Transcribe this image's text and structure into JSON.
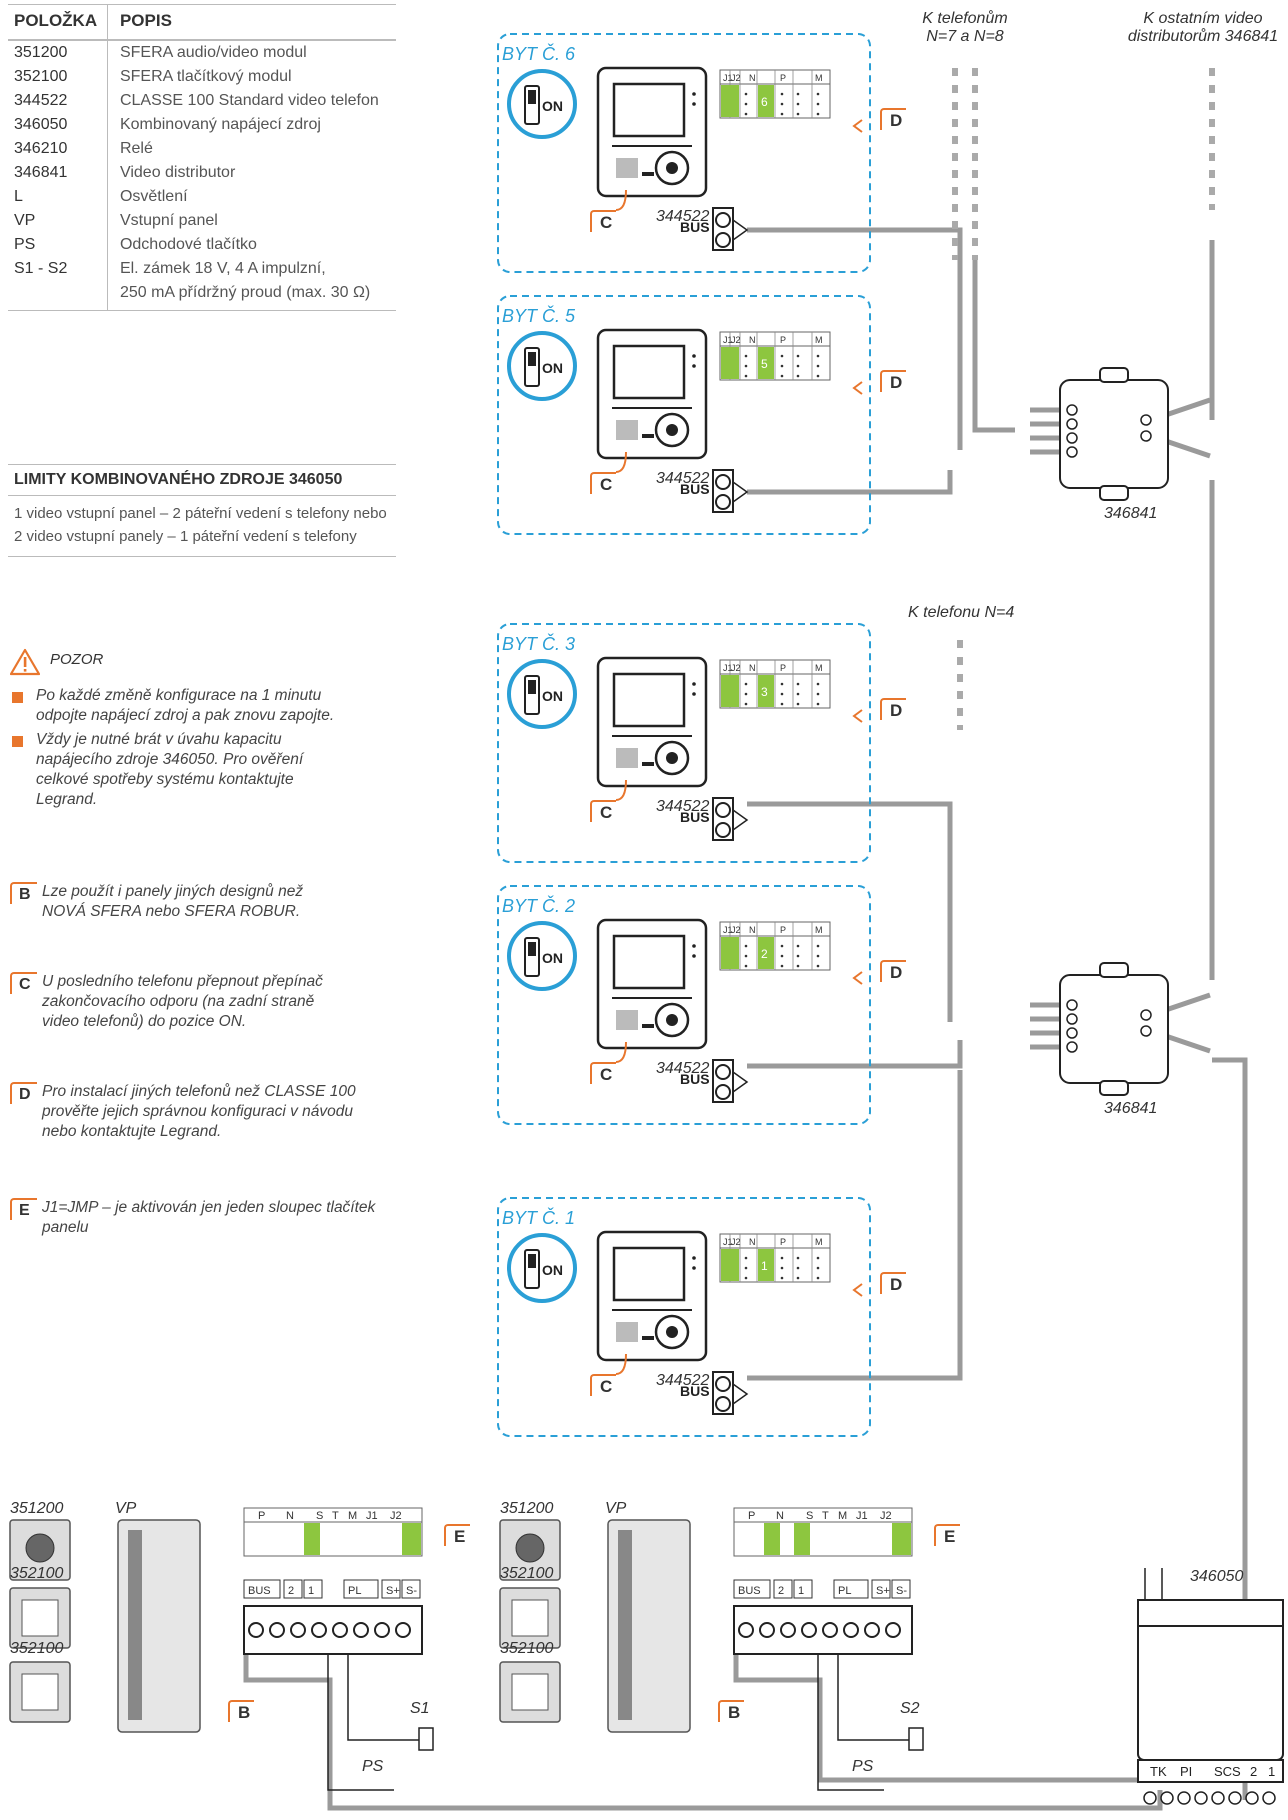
{
  "table": {
    "headers": [
      "POLOŽKA",
      "POPIS"
    ],
    "rows": [
      [
        "351200",
        "SFERA audio/video modul"
      ],
      [
        "352100",
        "SFERA tlačítkový modul"
      ],
      [
        "344522",
        "CLASSE 100 Standard video telefon"
      ],
      [
        "346050",
        "Kombinovaný napájecí zdroj"
      ],
      [
        "346210",
        "Relé"
      ],
      [
        "346841",
        "Video distributor"
      ],
      [
        "L",
        "Osvětlení"
      ],
      [
        "VP",
        "Vstupní panel"
      ],
      [
        "PS",
        "Odchodové tlačítko"
      ],
      [
        "S1 - S2",
        "El. zámek 18 V, 4 A impulzní,"
      ],
      [
        "",
        "250 mA přídržný proud (max. 30 Ω)"
      ]
    ]
  },
  "limits": {
    "title": "LIMITY KOMBINOVANÉHO ZDROJE 346050",
    "lines": [
      "1 video vstupní panel – 2 páteřní vedení s telefony nebo",
      "2 video vstupní panely – 1 páteřní vedení s telefony"
    ]
  },
  "warning": {
    "title": "POZOR",
    "items": [
      "Po každé změně konfigurace na 1 minutu odpojte napájecí zdroj a pak znovu zapojte.",
      "Vždy je nutné brát v úvahu kapacitu napájecího zdroje 346050. Pro ověření celkové spotřeby systému kontaktujte Legrand."
    ]
  },
  "notes": [
    {
      "letter": "B",
      "text": "Lze použít i panely jiných designů než NOVÁ SFERA nebo SFERA ROBUR."
    },
    {
      "letter": "C",
      "text": "U posledního telefonu přepnout přepínač zakončovacího odporu (na zadní straně video telefonů) do pozice ON."
    },
    {
      "letter": "D",
      "text": "Pro instalací jiných telefonů než CLASSE 100 prověřte jejich správnou konfiguraci v návodu nebo kontaktujte Legrand."
    },
    {
      "letter": "E",
      "text": "J1=JMP – je aktivován jen jeden sloupec tlačítek panelu"
    }
  ],
  "diagram": {
    "to_phones_top": [
      "K telefonům",
      "N=7 a N=8"
    ],
    "to_distributors": [
      "K ostatním video",
      "distributorům 346841"
    ],
    "to_phone_4": "K telefonu N=4",
    "apartments": [
      "BYT Č. 6",
      "BYT Č. 5",
      "BYT Č. 3",
      "BYT Č. 2",
      "BYT Č. 1"
    ],
    "apartment_numbers": [
      "6",
      "5",
      "3",
      "2",
      "1"
    ],
    "phone_model": "344522",
    "switch_on": "ON",
    "bus_label": "BUS",
    "distributor_model": "346841",
    "dip_headers": [
      "J1",
      "J2",
      "N",
      "P",
      "M"
    ],
    "panel_dip_headers": [
      "P",
      "N",
      "S",
      "T",
      "M",
      "J1",
      "J2"
    ],
    "panel_terminal_labels": [
      "BUS",
      "2",
      "1",
      "PL",
      "S+",
      "S-"
    ],
    "modules": [
      "351200",
      "352100",
      "352100"
    ],
    "vp_label": "VP",
    "lock_labels": [
      "S1",
      "S2"
    ],
    "ps_label": "PS",
    "psu_model": "346050",
    "psu_terminals": [
      "TK",
      "PI",
      "SCS",
      "2",
      "1"
    ],
    "letters": {
      "b": "B",
      "c": "C",
      "d": "D",
      "e": "E"
    }
  },
  "colors": {
    "accent": "#e8762d",
    "dash": "#2a9fd6",
    "green": "#8dc63f",
    "wire": "#9a9a9a"
  }
}
